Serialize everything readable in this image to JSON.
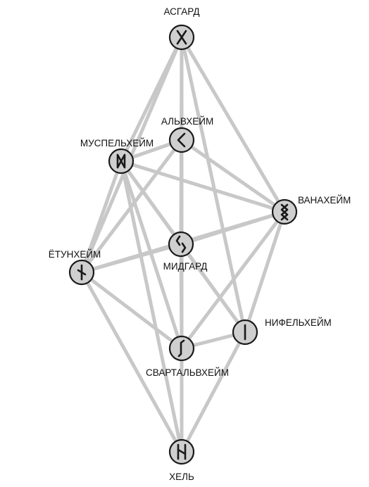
{
  "nodes": [
    {
      "id": "asgard",
      "label": "АСГАРД",
      "icon": "gebo-rune-icon"
    },
    {
      "id": "alfheim",
      "label": "АЛЬВХЕЙМ",
      "icon": "kenaz-rune-icon"
    },
    {
      "id": "muspelheim",
      "label": "МУСПЕЛЬХЕЙМ",
      "icon": "dagaz-rune-icon"
    },
    {
      "id": "vanaheim",
      "label": "ВАНАХЕЙМ",
      "icon": "ingwaz-rune-icon"
    },
    {
      "id": "midgard",
      "label": "МИДГАРД",
      "icon": "jera-rune-icon"
    },
    {
      "id": "jotunheim",
      "label": "ЁТУНХЕЙМ",
      "icon": "nauthiz-rune-icon"
    },
    {
      "id": "niflheim",
      "label": "НИФЕЛЬХЕЙМ",
      "icon": "isa-rune-icon"
    },
    {
      "id": "svartalfheim",
      "label": "СВАРТАЛЬВХЕЙМ",
      "icon": "eihwaz-rune-icon"
    },
    {
      "id": "hel",
      "label": "ХЕЛЬ",
      "icon": "hagalaz-rune-icon"
    }
  ],
  "edges": [
    [
      "asgard",
      "muspelheim"
    ],
    [
      "asgard",
      "alfheim"
    ],
    [
      "asgard",
      "vanaheim"
    ],
    [
      "asgard",
      "jotunheim"
    ],
    [
      "asgard",
      "midgard"
    ],
    [
      "asgard",
      "niflheim"
    ],
    [
      "asgard",
      "svartalfheim"
    ],
    [
      "alfheim",
      "muspelheim"
    ],
    [
      "alfheim",
      "jotunheim"
    ],
    [
      "alfheim",
      "vanaheim"
    ],
    [
      "alfheim",
      "midgard"
    ],
    [
      "alfheim",
      "svartalfheim"
    ],
    [
      "alfheim",
      "hel"
    ],
    [
      "muspelheim",
      "jotunheim"
    ],
    [
      "muspelheim",
      "vanaheim"
    ],
    [
      "muspelheim",
      "midgard"
    ],
    [
      "muspelheim",
      "niflheim"
    ],
    [
      "muspelheim",
      "svartalfheim"
    ],
    [
      "muspelheim",
      "hel"
    ],
    [
      "vanaheim",
      "midgard"
    ],
    [
      "vanaheim",
      "jotunheim"
    ],
    [
      "vanaheim",
      "niflheim"
    ],
    [
      "vanaheim",
      "svartalfheim"
    ],
    [
      "midgard",
      "jotunheim"
    ],
    [
      "midgard",
      "niflheim"
    ],
    [
      "midgard",
      "svartalfheim"
    ],
    [
      "jotunheim",
      "svartalfheim"
    ],
    [
      "jotunheim",
      "hel"
    ],
    [
      "niflheim",
      "svartalfheim"
    ],
    [
      "niflheim",
      "hel"
    ],
    [
      "svartalfheim",
      "hel"
    ]
  ]
}
